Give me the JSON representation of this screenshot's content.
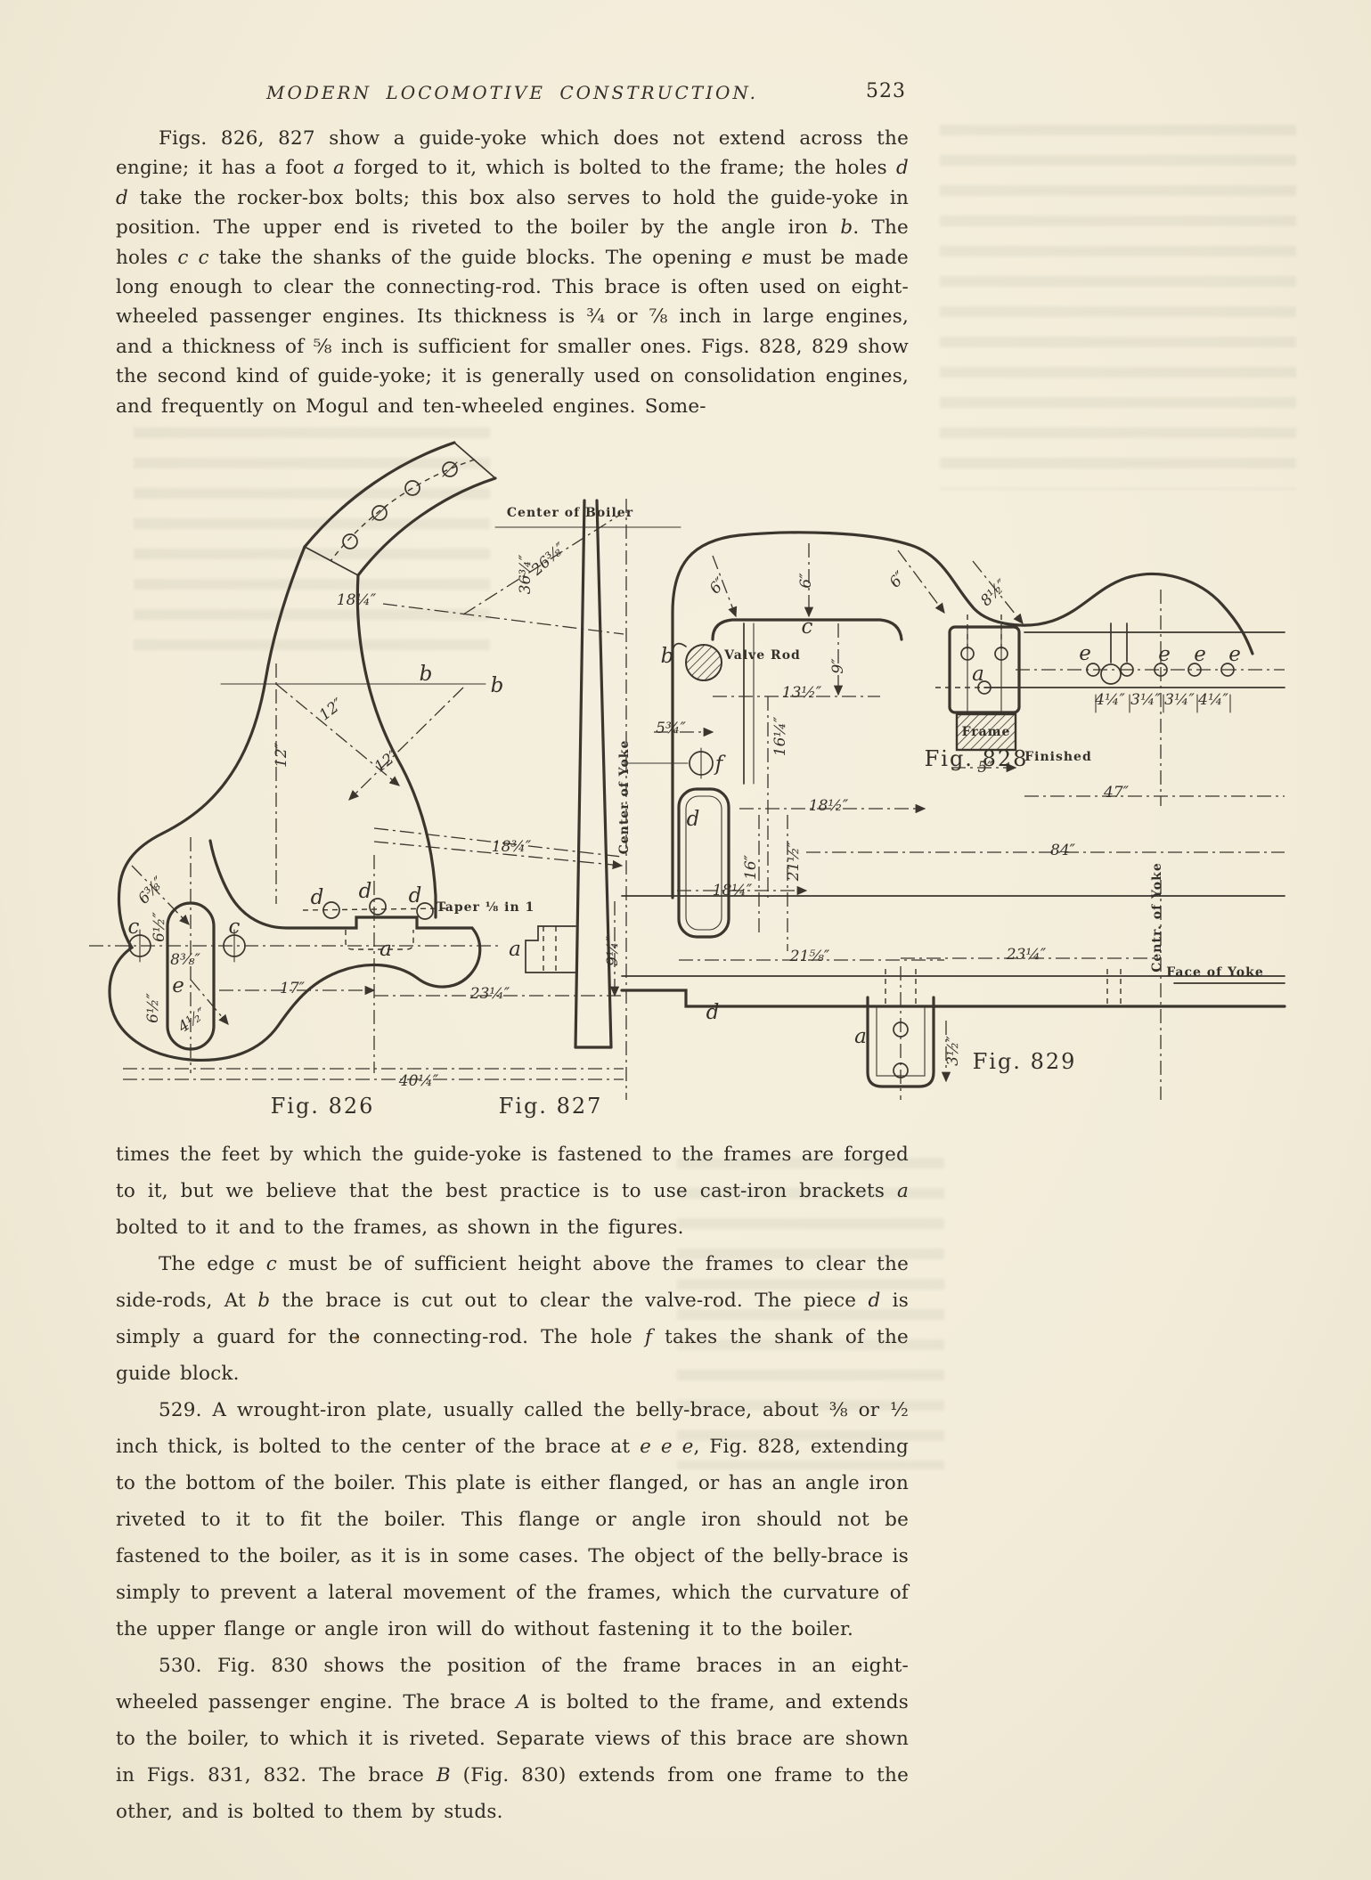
{
  "page": {
    "title": "MODERN LOCOMOTIVE CONSTRUCTION.",
    "page_number": "523",
    "paper_color": "#f2ecd9",
    "ink_color": "#2f2c26"
  },
  "paragraphs": [
    {
      "id": "p1",
      "segments": [
        [
          "t",
          "Figs. 826, 827 show a guide-yoke which does not extend across the engine; it has a foot "
        ],
        [
          "i",
          "a"
        ],
        [
          "t",
          " forged to it, which is bolted to the frame; the holes "
        ],
        [
          "i",
          "d d"
        ],
        [
          "t",
          " take the rocker-box bolts; this box also serves to hold the guide-yoke in position.  The upper end is riveted to the boiler by the angle iron "
        ],
        [
          "i",
          "b"
        ],
        [
          "t",
          ".  The holes "
        ],
        [
          "i",
          "c c"
        ],
        [
          "t",
          " take the shanks of the guide blocks.  The opening "
        ],
        [
          "i",
          "e"
        ],
        [
          "t",
          " must be made long enough to clear the connecting-rod.  This brace is often used on eight-wheeled passenger engines.  Its thickness is ¾ or ⅞ inch in large engines, and a thickness of ⅝ inch is sufficient for smaller ones.  Figs. 828, 829 show the second kind of guide-yoke; it is generally used on consolidation engines, and frequently on Mogul and ten-wheeled engines.  Some-"
        ]
      ]
    },
    {
      "id": "p2",
      "segments": [
        [
          "t",
          "times the feet by which the guide-yoke is fastened to the frames are forged to it, but we believe that the best practice is to use cast-iron brackets "
        ],
        [
          "i",
          "a"
        ],
        [
          "t",
          " bolted to it and to the frames, as shown in the figures."
        ]
      ]
    },
    {
      "id": "p3",
      "segments": [
        [
          "t",
          "The edge "
        ],
        [
          "i",
          "c"
        ],
        [
          "t",
          " must be of sufficient height above the frames to clear the side-rods, At "
        ],
        [
          "i",
          "b"
        ],
        [
          "t",
          " the brace is cut out to clear the valve-rod.  The piece "
        ],
        [
          "i",
          "d"
        ],
        [
          "t",
          " is simply a guard for the connecting-rod.  The hole "
        ],
        [
          "i",
          "f"
        ],
        [
          "t",
          " takes the shank of the guide block."
        ]
      ]
    },
    {
      "id": "p4",
      "segments": [
        [
          "t",
          "529. A wrought-iron plate, usually called the belly-brace, about ⅜ or ½ inch thick, is bolted to the center of the brace at "
        ],
        [
          "i",
          "e e e"
        ],
        [
          "t",
          ", Fig. 828, extending to the bottom of the boiler.  This plate is either flanged, or has an angle iron riveted to it to fit the boiler.  This flange or angle iron should not be fastened to the boiler, as it is in some cases.  The object of the belly-brace is simply to prevent a lateral movement of the frames, which the curvature of the upper flange or angle iron will do without fastening it to the boiler."
        ]
      ]
    },
    {
      "id": "p5",
      "segments": [
        [
          "t",
          "530. Fig. 830 shows the position of the frame braces in an eight-wheeled passenger engine.  The brace "
        ],
        [
          "i",
          "A"
        ],
        [
          "t",
          " is bolted to the frame, and extends to the boiler, to which it is riveted.  Separate views of this brace are shown in Figs. 831, 832.  The brace "
        ],
        [
          "i",
          "B"
        ],
        [
          "t",
          " (Fig. 830) extends from one frame to the other, and is bolted to them by studs."
        ]
      ]
    }
  ],
  "figures": {
    "captions": [
      "Fig. 826",
      "Fig. 827",
      "Fig. 828",
      "Fig. 829"
    ],
    "labels": [
      [
        "Center of Boiler",
        640,
        576,
        0,
        "n"
      ],
      [
        "26⅜″",
        616,
        628,
        -42,
        "d"
      ],
      [
        "36¾″",
        590,
        645,
        -90,
        "d"
      ],
      [
        "18¼″",
        400,
        674,
        0,
        "d"
      ],
      [
        "b",
        478,
        757,
        0,
        "p"
      ],
      [
        "b",
        558,
        770,
        0,
        "p"
      ],
      [
        "12″",
        372,
        797,
        -38,
        "d"
      ],
      [
        "12″",
        316,
        848,
        -90,
        "d"
      ],
      [
        "12″",
        434,
        855,
        -38,
        "d"
      ],
      [
        "Center of Yoke",
        701,
        895,
        -90,
        "n"
      ],
      [
        "18¾″",
        574,
        951,
        0,
        "d"
      ],
      [
        "6⅜″",
        170,
        1000,
        -48,
        "d"
      ],
      [
        "d",
        356,
        1008,
        0,
        "p"
      ],
      [
        "d",
        410,
        1001,
        0,
        "p"
      ],
      [
        "d",
        466,
        1006,
        0,
        "p"
      ],
      [
        "Taper ⅛ in 1",
        545,
        1019,
        0,
        "n"
      ],
      [
        "c",
        150,
        1041,
        0,
        "p"
      ],
      [
        "c",
        263,
        1041,
        0,
        "p"
      ],
      [
        "6½″",
        179,
        1041,
        -90,
        "d"
      ],
      [
        "a",
        433,
        1066,
        0,
        "p"
      ],
      [
        "a",
        578,
        1066,
        0,
        "p"
      ],
      [
        "9¼″",
        688,
        1068,
        -90,
        "d"
      ],
      [
        "8⅜″",
        208,
        1078,
        0,
        "d"
      ],
      [
        "e",
        200,
        1107,
        0,
        "p"
      ],
      [
        "17″",
        328,
        1110,
        0,
        "d"
      ],
      [
        "23¼″",
        550,
        1116,
        0,
        "d"
      ],
      [
        "6½″",
        172,
        1132,
        -90,
        "d"
      ],
      [
        "4½″",
        216,
        1146,
        -35,
        "d"
      ],
      [
        "40¼″",
        470,
        1214,
        0,
        "d"
      ],
      [
        "Fig. 826",
        362,
        1242,
        0,
        "c"
      ],
      [
        "Fig. 827",
        618,
        1242,
        0,
        "c"
      ],
      [
        "6″",
        806,
        658,
        -50,
        "d"
      ],
      [
        "6″",
        905,
        652,
        -90,
        "d"
      ],
      [
        "6″",
        1008,
        651,
        -50,
        "d"
      ],
      [
        "8½″",
        1116,
        666,
        -45,
        "d"
      ],
      [
        "c",
        906,
        704,
        0,
        "p"
      ],
      [
        "b",
        749,
        737,
        0,
        "p"
      ],
      [
        "Valve Rod",
        856,
        736,
        0,
        "n"
      ],
      [
        "e",
        1218,
        734,
        0,
        "p"
      ],
      [
        "e",
        1307,
        735,
        0,
        "p"
      ],
      [
        "e",
        1347,
        735,
        0,
        "p"
      ],
      [
        "e",
        1386,
        735,
        0,
        "p"
      ],
      [
        "9″",
        941,
        748,
        -90,
        "d"
      ],
      [
        "a",
        1098,
        757,
        0,
        "p"
      ],
      [
        "13½″",
        900,
        778,
        0,
        "d"
      ],
      [
        "4¼″",
        1246,
        786,
        0,
        "d"
      ],
      [
        "3¼″",
        1286,
        786,
        0,
        "d"
      ],
      [
        "3¼″",
        1324,
        786,
        0,
        "d"
      ],
      [
        "4¼″",
        1362,
        786,
        0,
        "d"
      ],
      [
        "5¾″",
        753,
        818,
        0,
        "d"
      ],
      [
        "Frame",
        1107,
        822,
        0,
        "n"
      ],
      [
        "16¼″",
        876,
        827,
        -90,
        "d"
      ],
      [
        "Fig. 828",
        1096,
        852,
        0,
        "c"
      ],
      [
        "Finished",
        1188,
        850,
        0,
        "n"
      ],
      [
        "f",
        807,
        858,
        0,
        "p"
      ],
      [
        "5″",
        1106,
        862,
        0,
        "d"
      ],
      [
        "47″",
        1253,
        890,
        0,
        "d"
      ],
      [
        "18½″",
        930,
        905,
        0,
        "d"
      ],
      [
        "d",
        778,
        920,
        0,
        "p"
      ],
      [
        "84″",
        1193,
        955,
        0,
        "d"
      ],
      [
        "21½″",
        891,
        967,
        -90,
        "d"
      ],
      [
        "16″",
        843,
        974,
        -90,
        "d"
      ],
      [
        "18¼″",
        822,
        1000,
        0,
        "d"
      ],
      [
        "Centr. of Yoke",
        1299,
        1030,
        -90,
        "n"
      ],
      [
        "21⅝″",
        909,
        1074,
        0,
        "d"
      ],
      [
        "23¼″",
        1152,
        1072,
        0,
        "d"
      ],
      [
        "Face of Yoke",
        1364,
        1092,
        0,
        "n"
      ],
      [
        "d",
        800,
        1137,
        0,
        "p"
      ],
      [
        "a",
        966,
        1164,
        0,
        "p"
      ],
      [
        "3½″",
        1070,
        1180,
        -90,
        "d"
      ],
      [
        "Fig. 829",
        1150,
        1192,
        0,
        "c"
      ]
    ]
  }
}
